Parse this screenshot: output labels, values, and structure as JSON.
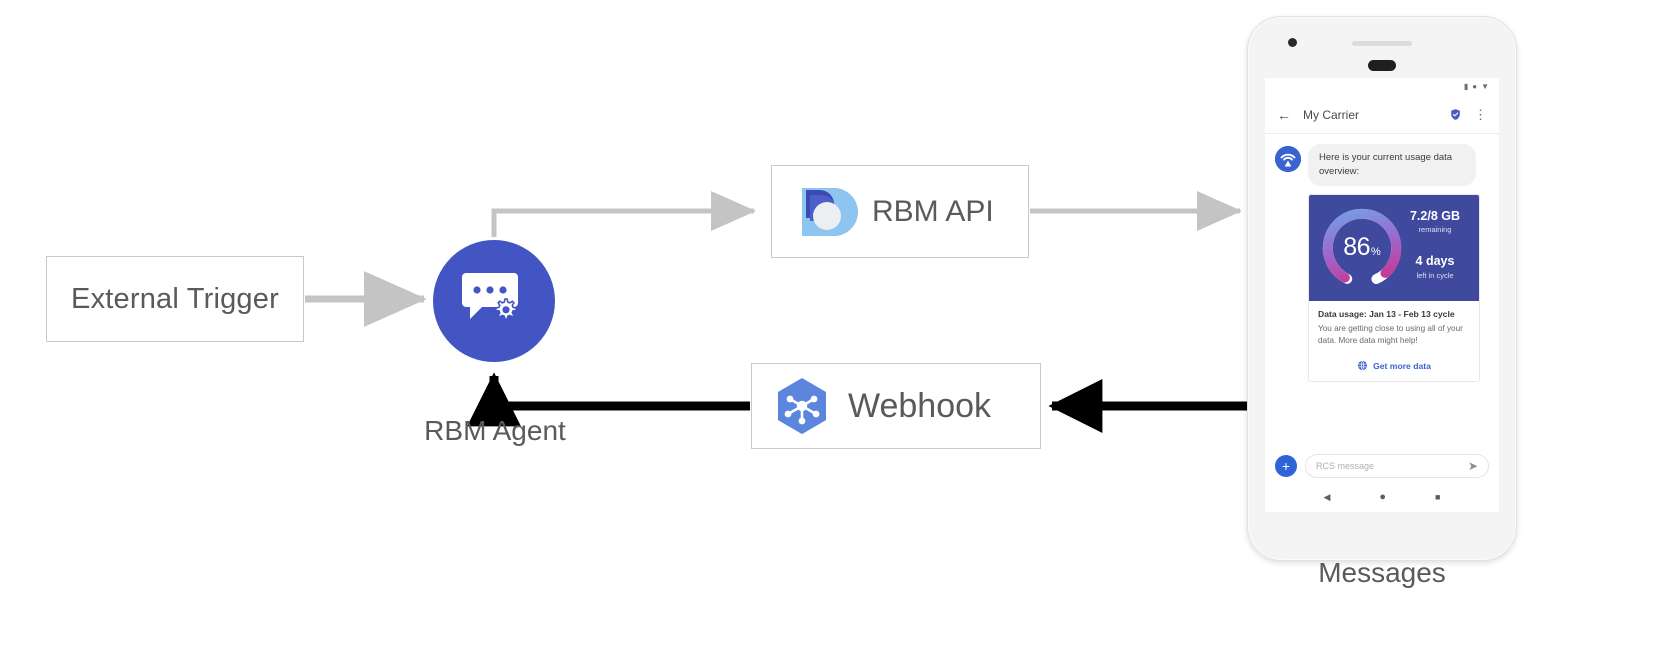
{
  "diagram": {
    "nodes": {
      "external_trigger": {
        "label": "External Trigger"
      },
      "rbm_agent": {
        "caption": "RBM Agent",
        "icon": "chat-bubble-gear-icon"
      },
      "rbm_api": {
        "label": "RBM API",
        "icon": "rbm-api-logo-icon"
      },
      "webhook": {
        "label": "Webhook",
        "icon": "webhook-hexagon-icon"
      },
      "messages": {
        "caption": "Messages"
      }
    },
    "colors": {
      "agent_blue": "#4355c2",
      "arrow_gray": "#c4c4c4",
      "arrow_black": "#000000",
      "box_border": "#c9c9c9",
      "label_gray": "#5a5a5a"
    }
  },
  "phone": {
    "status_bar": {
      "icons": [
        "signal-icon",
        "wifi-icon",
        "battery-icon"
      ]
    },
    "app_bar": {
      "back_icon": "back-arrow-icon",
      "title": "My Carrier",
      "verified_icon": "verified-shield-icon",
      "overflow_icon": "more-vertical-icon"
    },
    "conversation": {
      "avatar_icon": "carrier-avatar-icon",
      "message_text": "Here is your current usage data overview:"
    },
    "card": {
      "gauge": {
        "value": "86",
        "unit": "%",
        "percent": 86
      },
      "data_remaining": {
        "value": "7.2/8 GB",
        "caption": "remaining"
      },
      "days_left": {
        "value": "4 days",
        "caption": "left in cycle"
      },
      "title": "Data usage: Jan 13 - Feb 13 cycle",
      "description": "You are getting close to using all of your data. More data might help!",
      "action": {
        "icon": "globe-icon",
        "label": "Get more data"
      },
      "hero_bg": "#3f4a9e",
      "gauge_colors": {
        "start": "#6fa8e8",
        "mid": "#9b6bd0",
        "end": "#d6267f",
        "track": "#ffffff"
      }
    },
    "composer": {
      "plus_icon": "add-icon",
      "plus_label": "+",
      "placeholder": "RCS message",
      "send_icon": "send-icon"
    },
    "nav_bar": {
      "back": "◀",
      "home": "●",
      "recents": "■"
    }
  }
}
